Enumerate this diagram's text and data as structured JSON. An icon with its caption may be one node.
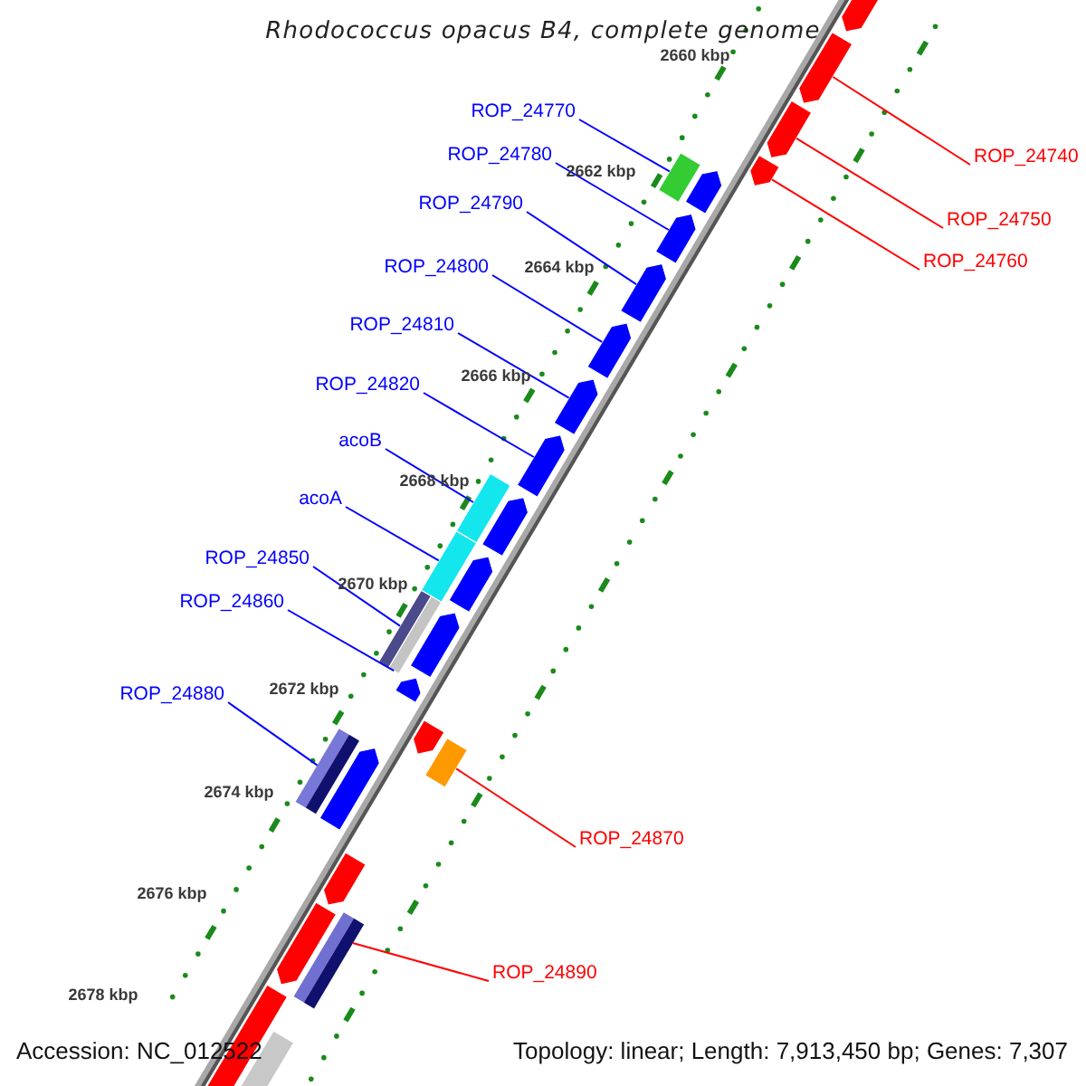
{
  "diagram": {
    "title": "Rhodococcus opacus B4, complete genome",
    "nodes": [
      {
        "text": [
          "ROP_24770"
        ]
      },
      {
        "text": [
          "ROP_24780"
        ]
      },
      {
        "text": [
          "ROP_24790"
        ]
      },
      {
        "text": [
          "ROP_24800"
        ]
      },
      {
        "text": [
          "ROP_24810"
        ]
      },
      {
        "text": [
          "ROP_24820"
        ]
      },
      {
        "text": [
          "acoB"
        ]
      },
      {
        "text": [
          "acoA"
        ]
      },
      {
        "text": [
          "ROP_24850"
        ]
      },
      {
        "text": [
          "ROP_24860"
        ]
      },
      {
        "text": [
          "ROP_24880"
        ]
      },
      {
        "text": [
          "ROP_24740"
        ]
      },
      {
        "text": [
          "ROP_24750"
        ]
      },
      {
        "text": [
          "ROP_24760"
        ]
      },
      {
        "text": [
          "ROP_24870"
        ]
      },
      {
        "text": [
          "ROP_24890"
        ]
      },
      {
        "text": [],
        "shape": "bar"
      },
      {
        "text": [],
        "shape": "pentagon"
      },
      {
        "text": [],
        "shape": "pentagon"
      },
      {
        "text": [],
        "shape": "pentagon"
      },
      {
        "text": [],
        "shape": "pentagon"
      },
      {
        "text": [],
        "shape": "pentagon"
      },
      {
        "text": [],
        "shape": "bar"
      },
      {
        "text": [],
        "shape": "bar"
      },
      {
        "text": [],
        "shape": "bar"
      },
      {
        "text": [],
        "shape": "bar"
      },
      {
        "text": [],
        "shape": "bar"
      },
      {
        "text": [],
        "shape": "pentagon"
      },
      {
        "text": [],
        "shape": "pentagon"
      },
      {
        "text": [],
        "shape": "pentagon"
      },
      {
        "text": [],
        "shape": "bar"
      },
      {
        "text": [],
        "shape": "bar"
      },
      {
        "text": [],
        "shape": "pentagon"
      },
      {
        "text": [],
        "shape": "pentagon"
      },
      {
        "text": [],
        "shape": "pentagon"
      },
      {
        "text": [],
        "shape": "pentagon"
      },
      {
        "text": [],
        "shape": "pentagon"
      },
      {
        "text": [],
        "shape": "pentagon"
      },
      {
        "text": [],
        "shape": "pentagon"
      },
      {
        "text": [],
        "shape": "pentagon"
      },
      {
        "text": [],
        "shape": "pentagon"
      },
      {
        "text": [],
        "shape": "pentagon"
      },
      {
        "text": [],
        "shape": "pentagon"
      },
      {
        "text": [],
        "shape": "bar"
      }
    ],
    "edges": [
      {
        "from": 0,
        "to": 16,
        "arrow": "none"
      },
      {
        "from": 1,
        "to": 17,
        "arrow": "none"
      },
      {
        "from": 2,
        "to": 18,
        "arrow": "none"
      },
      {
        "from": 3,
        "to": 19,
        "arrow": "none"
      },
      {
        "from": 4,
        "to": 20,
        "arrow": "none"
      },
      {
        "from": 5,
        "to": 21,
        "arrow": "none"
      },
      {
        "from": 6,
        "to": 22,
        "arrow": "none"
      },
      {
        "from": 7,
        "to": 23,
        "arrow": "none"
      },
      {
        "from": 8,
        "to": 24,
        "arrow": "none"
      },
      {
        "from": 9,
        "to": 25,
        "arrow": "none"
      },
      {
        "from": 10,
        "to": 26,
        "arrow": "none"
      },
      {
        "from": 11,
        "to": 27,
        "arrow": "none",
        "color": "#ff0000"
      },
      {
        "from": 12,
        "to": 28,
        "arrow": "none",
        "color": "#ff0000"
      },
      {
        "from": 13,
        "to": 29,
        "arrow": "none",
        "color": "#ff0000"
      },
      {
        "from": 14,
        "to": 30,
        "arrow": "none",
        "color": "#ff0000"
      },
      {
        "from": 15,
        "to": 31,
        "arrow": "none",
        "color": "#ff0000"
      }
    ],
    "labels": [
      "2660 kbp",
      "2662 kbp",
      "2664 kbp",
      "2666 kbp",
      "2668 kbp",
      "2670 kbp",
      "2672 kbp",
      "2674 kbp",
      "2676 kbp",
      "2678 kbp",
      "Accession: NC_012522",
      "Topology: linear; Length: 7,913,450 bp; Genes: 7,307"
    ]
  }
}
